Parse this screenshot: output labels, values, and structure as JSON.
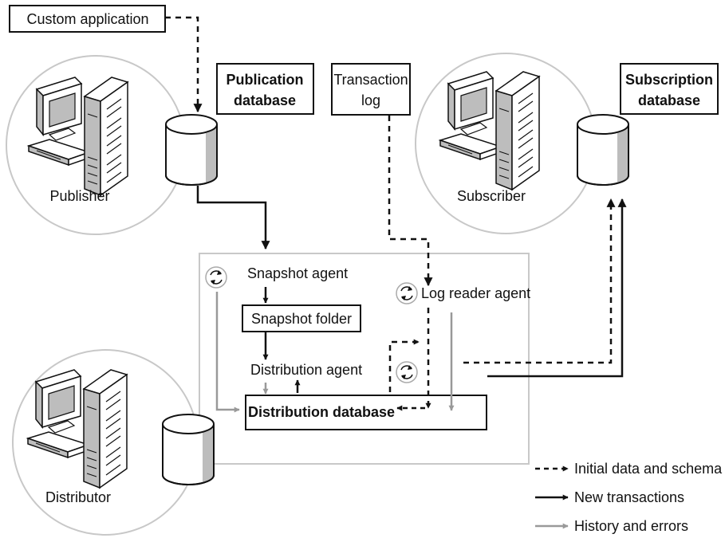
{
  "labels": {
    "custom_application": "Custom application",
    "publication_database": [
      "Publication",
      "database"
    ],
    "transaction_log": [
      "Transaction",
      "log"
    ],
    "subscription_database": [
      "Subscription",
      "database"
    ],
    "publisher": "Publisher",
    "subscriber": "Subscriber",
    "distributor": "Distributor",
    "snapshot_agent": "Snapshot agent",
    "snapshot_folder": "Snapshot folder",
    "distribution_agent": "Distribution agent",
    "log_reader_agent": "Log reader agent",
    "distribution_database": "Distribution database"
  },
  "legend": [
    {
      "label": "Initial data and schema",
      "style": "dashed",
      "color": "#111111"
    },
    {
      "label": "New transactions",
      "style": "solid",
      "color": "#111111"
    },
    {
      "label": "History and errors",
      "style": "solid",
      "color": "#999999"
    }
  ],
  "colors": {
    "line_dark": "#111111",
    "line_gray": "#999999",
    "circle_border": "#c8c8c8",
    "machine_fill": "#ffffff",
    "machine_shade": "#bdbdbd"
  }
}
